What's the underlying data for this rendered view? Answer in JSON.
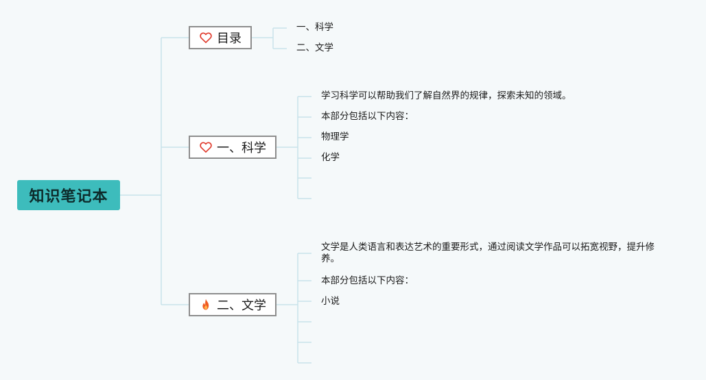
{
  "root": {
    "title": "知识笔记本"
  },
  "branches": [
    {
      "title": "目录",
      "icon": "heart-outline-icon",
      "items": [
        "一、科学",
        "二、文学"
      ]
    },
    {
      "title": "一、科学",
      "icon": "heart-outline-icon",
      "items": [
        "学习科学可以帮助我们了解自然界的规律，探索未知的领域。",
        "本部分包括以下内容：",
        "物理学",
        "化学",
        "",
        ""
      ]
    },
    {
      "title": "二、文学",
      "icon": "fire-icon",
      "items": [
        "文学是人类语言和表达艺术的重要形式，通过阅读文学作品可以拓宽视野，提升修养。",
        "本部分包括以下内容：",
        "小说",
        "",
        "",
        ""
      ]
    }
  ],
  "colors": {
    "root_fill": "#3dbcbc",
    "connector": "#c8e2ea",
    "icon_red": "#e0392b",
    "fire_orange": "#f05a22"
  }
}
